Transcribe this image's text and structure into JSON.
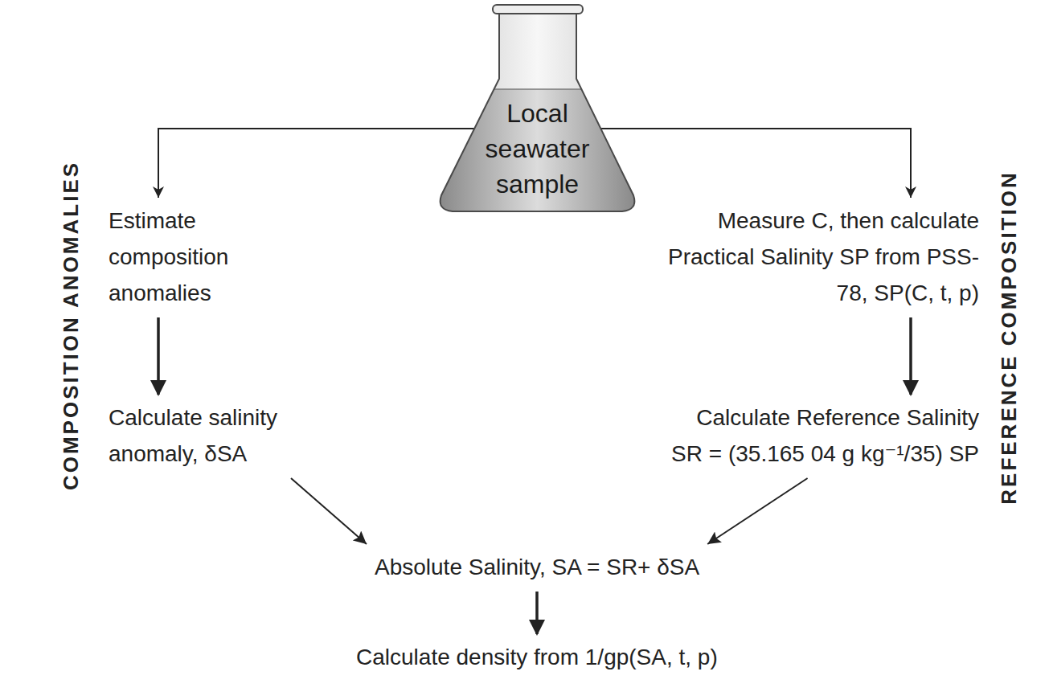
{
  "diagram": {
    "nodes": [
      {
        "text": [
          "Local seawater sample"
        ]
      },
      {
        "text": [
          "Estimate composition anomalies"
        ]
      },
      {
        "text": [
          "Measure C, then calculate Practical Salinity SP from PSS-78, SP(C, t, p)"
        ]
      },
      {
        "text": [
          "Calculate salinity anomaly, δSA"
        ]
      },
      {
        "text": [
          "Calculate Reference Salinity SR = (35.165 04 g kg⁻¹/35) SP"
        ]
      },
      {
        "text": [
          "Absolute Salinity, SA = SR+ δSA"
        ]
      },
      {
        "text": [
          "Calculate density from 1/gp(SA, t, p)"
        ]
      }
    ],
    "edges": [
      {
        "from": 0,
        "to": 1,
        "arrow": "to"
      },
      {
        "from": 0,
        "to": 2,
        "arrow": "to"
      },
      {
        "from": 1,
        "to": 3,
        "arrow": "to"
      },
      {
        "from": 2,
        "to": 4,
        "arrow": "to"
      },
      {
        "from": 3,
        "to": 5,
        "arrow": "to"
      },
      {
        "from": 4,
        "to": 5,
        "arrow": "to"
      },
      {
        "from": 5,
        "to": 6,
        "arrow": "to"
      }
    ],
    "labels": [
      "COMPOSITION ANOMALIES",
      "REFERENCE COMPOSITION"
    ]
  }
}
